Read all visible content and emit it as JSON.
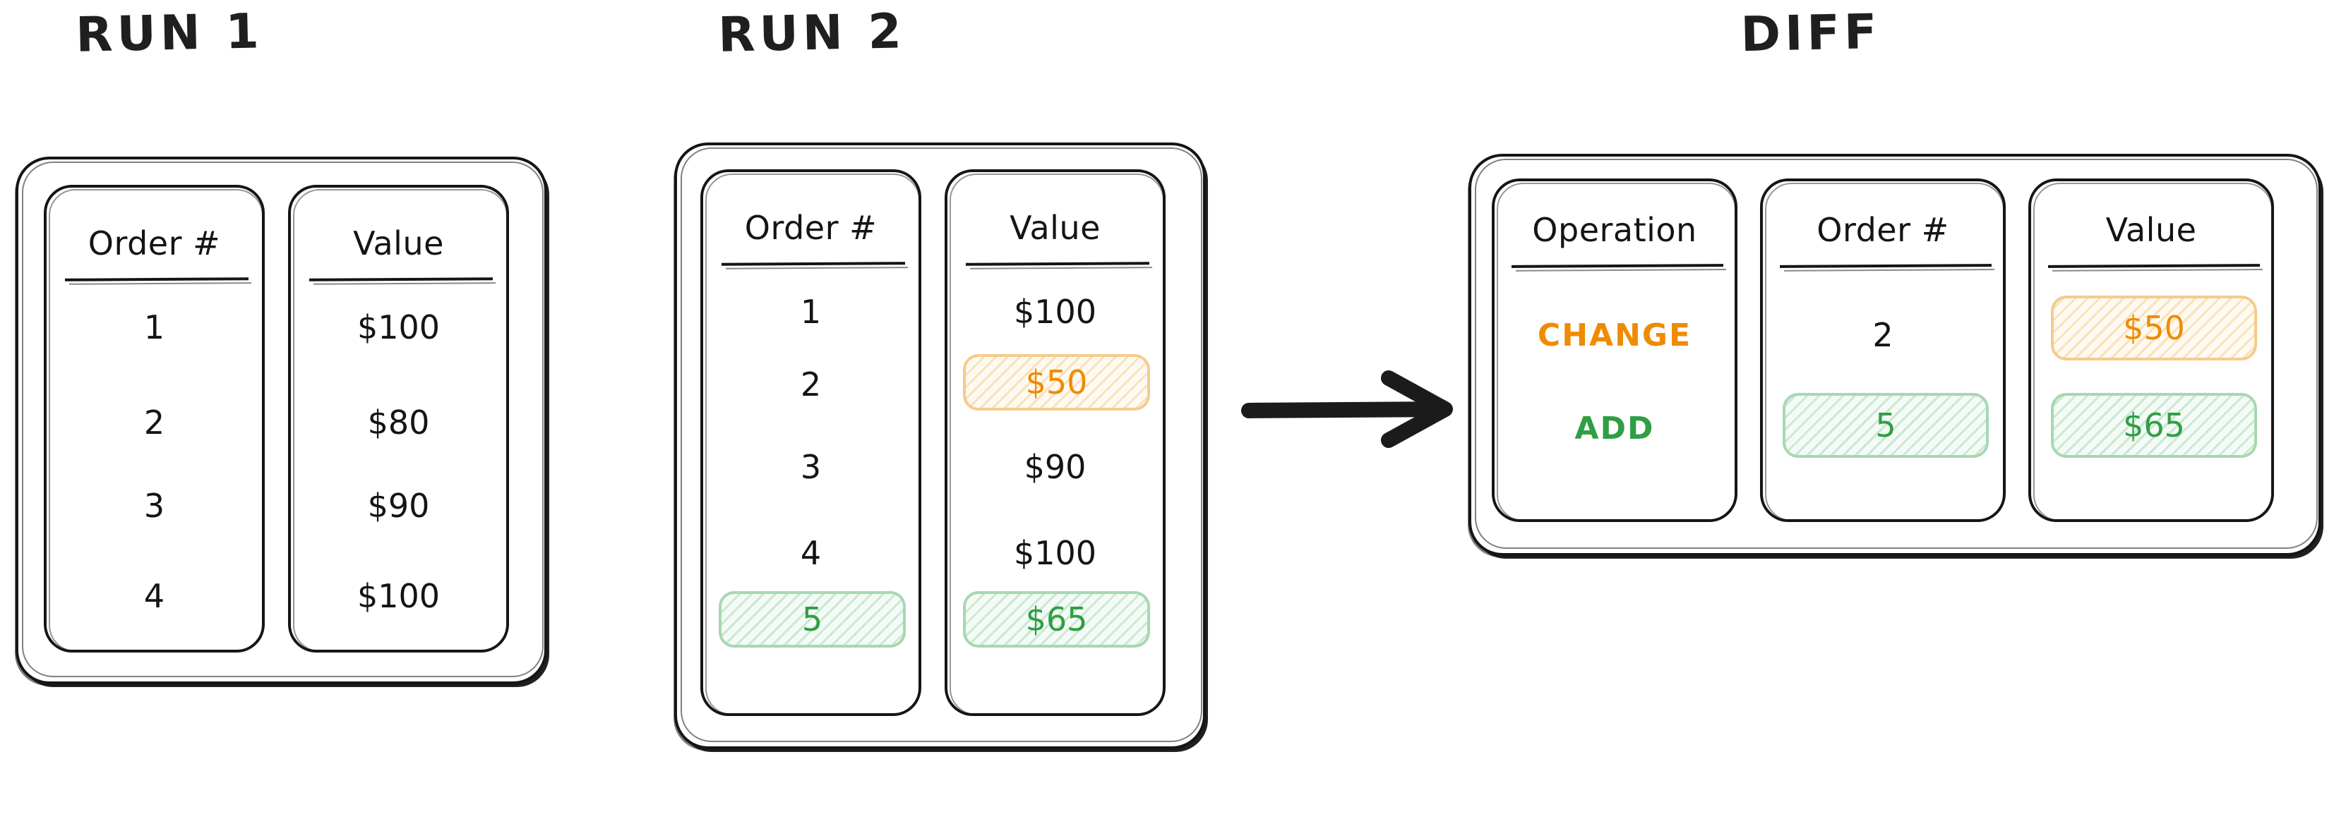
{
  "panels": [
    {
      "id": "run1",
      "title": "RUN 1",
      "columns": [
        {
          "header": "Order #",
          "cells": [
            {
              "text": "1",
              "state": "normal"
            },
            {
              "text": "2",
              "state": "normal"
            },
            {
              "text": "3",
              "state": "normal"
            },
            {
              "text": "4",
              "state": "normal"
            }
          ]
        },
        {
          "header": "Value",
          "cells": [
            {
              "text": "$100",
              "state": "normal"
            },
            {
              "text": "$80",
              "state": "normal"
            },
            {
              "text": "$90",
              "state": "normal"
            },
            {
              "text": "$100",
              "state": "normal"
            }
          ]
        }
      ]
    },
    {
      "id": "run2",
      "title": "RUN 2",
      "columns": [
        {
          "header": "Order #",
          "cells": [
            {
              "text": "1",
              "state": "normal"
            },
            {
              "text": "2",
              "state": "normal"
            },
            {
              "text": "3",
              "state": "normal"
            },
            {
              "text": "4",
              "state": "normal"
            },
            {
              "text": "5",
              "state": "add"
            }
          ]
        },
        {
          "header": "Value",
          "cells": [
            {
              "text": "$100",
              "state": "normal"
            },
            {
              "text": "$50",
              "state": "change"
            },
            {
              "text": "$90",
              "state": "normal"
            },
            {
              "text": "$100",
              "state": "normal"
            },
            {
              "text": "$65",
              "state": "add"
            }
          ]
        }
      ]
    },
    {
      "id": "diff",
      "title": "DIFF",
      "columns": [
        {
          "header": "Operation",
          "cells": [
            {
              "text": "CHANGE",
              "state": "op-change"
            },
            {
              "text": "ADD",
              "state": "op-add"
            }
          ]
        },
        {
          "header": "Order #",
          "cells": [
            {
              "text": "2",
              "state": "normal"
            },
            {
              "text": "5",
              "state": "add"
            }
          ]
        },
        {
          "header": "Value",
          "cells": [
            {
              "text": "$50",
              "state": "change"
            },
            {
              "text": "$65",
              "state": "add"
            }
          ]
        }
      ]
    }
  ],
  "arrow": {
    "label": "flow-arrow-run2-to-diff",
    "direction": "right"
  },
  "colors": {
    "ink": "#141414",
    "add_green": "#2f9e44",
    "add_green_light": "#a6d8b2",
    "change_orange": "#ef8b02",
    "change_orange_light": "#f5cb8b",
    "background": "#ffffff"
  }
}
